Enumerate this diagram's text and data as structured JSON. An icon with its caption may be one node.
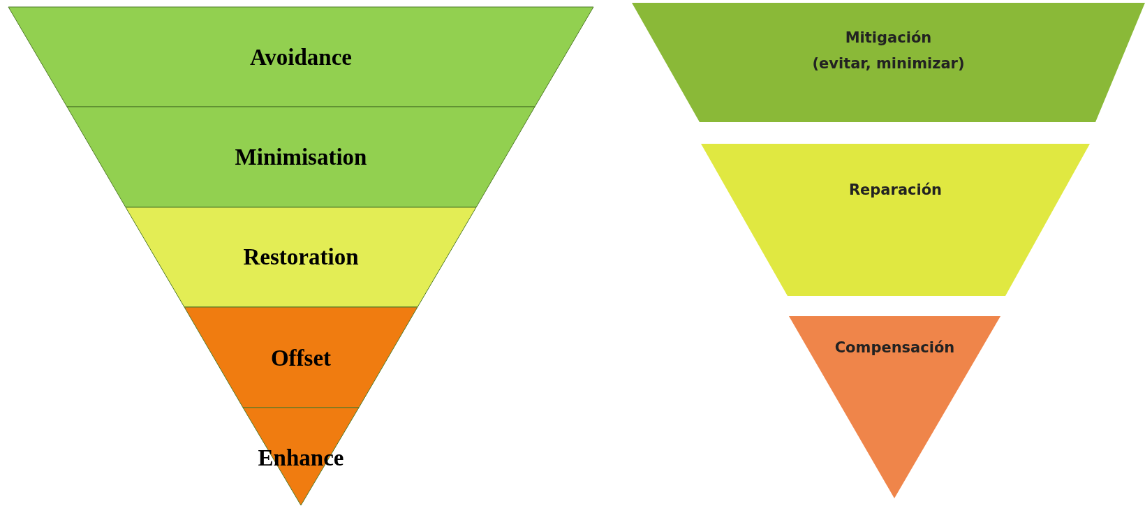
{
  "diagram": {
    "nodes": [
      {
        "text": [
          "Avoidance"
        ]
      },
      {
        "text": [
          "Minimisation"
        ]
      },
      {
        "text": [
          "Restoration"
        ]
      },
      {
        "text": [
          "Offset"
        ]
      },
      {
        "text": [
          "Enhance"
        ]
      },
      {
        "text": [
          "Mitigación",
          "(evitar, minimizar)"
        ]
      },
      {
        "text": [
          "Reparación"
        ]
      },
      {
        "text": [
          "Compensación"
        ]
      }
    ]
  }
}
